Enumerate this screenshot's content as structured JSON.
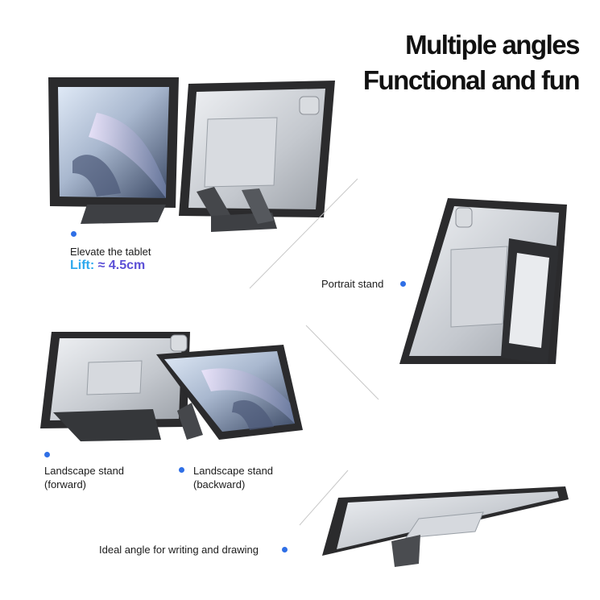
{
  "headline": {
    "line1": "Multiple angles",
    "line2": "Functional and fun"
  },
  "features": {
    "elevate": {
      "label": "Elevate the tablet",
      "lift_label": "Lift: ",
      "lift_value": "≈ 4.5cm"
    },
    "portrait": {
      "label": "Portrait stand"
    },
    "landscape_forward": {
      "line1": "Landscape stand",
      "line2": "(forward)"
    },
    "landscape_backward": {
      "line1": "Landscape stand",
      "line2": "(backward)"
    },
    "writing": {
      "label": "Ideal angle for writing and drawing"
    }
  },
  "colors": {
    "accent_dot": "#2f6fe6",
    "lift_label": "#2ea9ee",
    "lift_value": "#5b4fd6",
    "case_frame": "#2b2b2d",
    "stand_metal": "#4a4c50",
    "back_panel": "#c9ccd1"
  }
}
